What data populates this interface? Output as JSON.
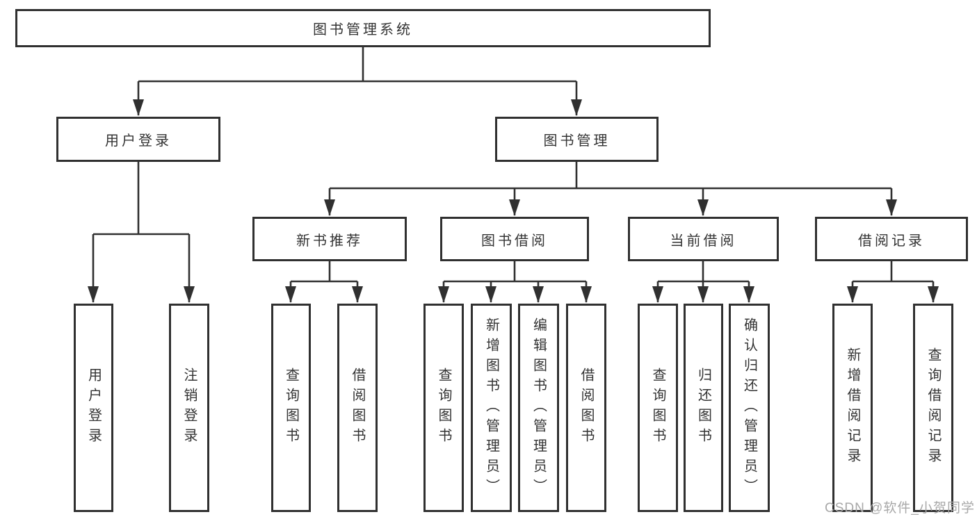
{
  "diagram": {
    "root": "图书管理系统",
    "branches": {
      "user_login": {
        "label": "用户登录",
        "children": [
          "用户登录",
          "注销登录"
        ]
      },
      "book_management": {
        "label": "图书管理",
        "sections": [
          {
            "label": "新书推荐",
            "children": [
              "查询图书",
              "借阅图书"
            ]
          },
          {
            "label": "图书借阅",
            "children": [
              "查询图书",
              "新增图书（管理员）",
              "编辑图书（管理员）",
              "借阅图书"
            ]
          },
          {
            "label": "当前借阅",
            "children": [
              "查询图书",
              "归还图书",
              "确认归还（管理员）"
            ]
          },
          {
            "label": "借阅记录",
            "children": [
              "新增借阅记录",
              "查询借阅记录"
            ]
          }
        ]
      }
    }
  },
  "watermark": "CSDN @软件_小贺同学",
  "colors": {
    "line": "#303030",
    "text": "#333333",
    "watermark": "#a8a8a8",
    "background": "#ffffff"
  }
}
